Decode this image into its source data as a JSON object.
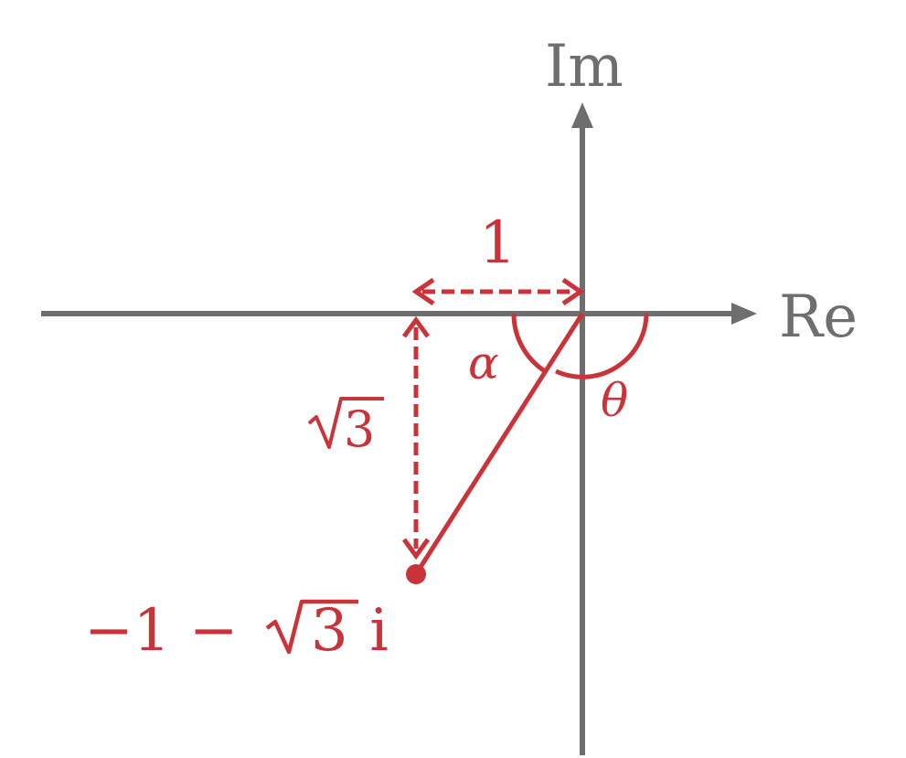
{
  "labels": {
    "imaginary_axis": "Im",
    "real_axis": "Re",
    "horizontal_distance": "1",
    "vertical_distance_radicand": "3",
    "point_label_prefix": "−1 − ",
    "point_label_radicand": "3",
    "point_label_suffix": " i",
    "angle_alpha": "α",
    "angle_theta": "θ"
  },
  "point": {
    "re": -1,
    "im_text": "−√3"
  },
  "colors": {
    "axis": "#6e6e6e",
    "accent": "#c8343a"
  }
}
